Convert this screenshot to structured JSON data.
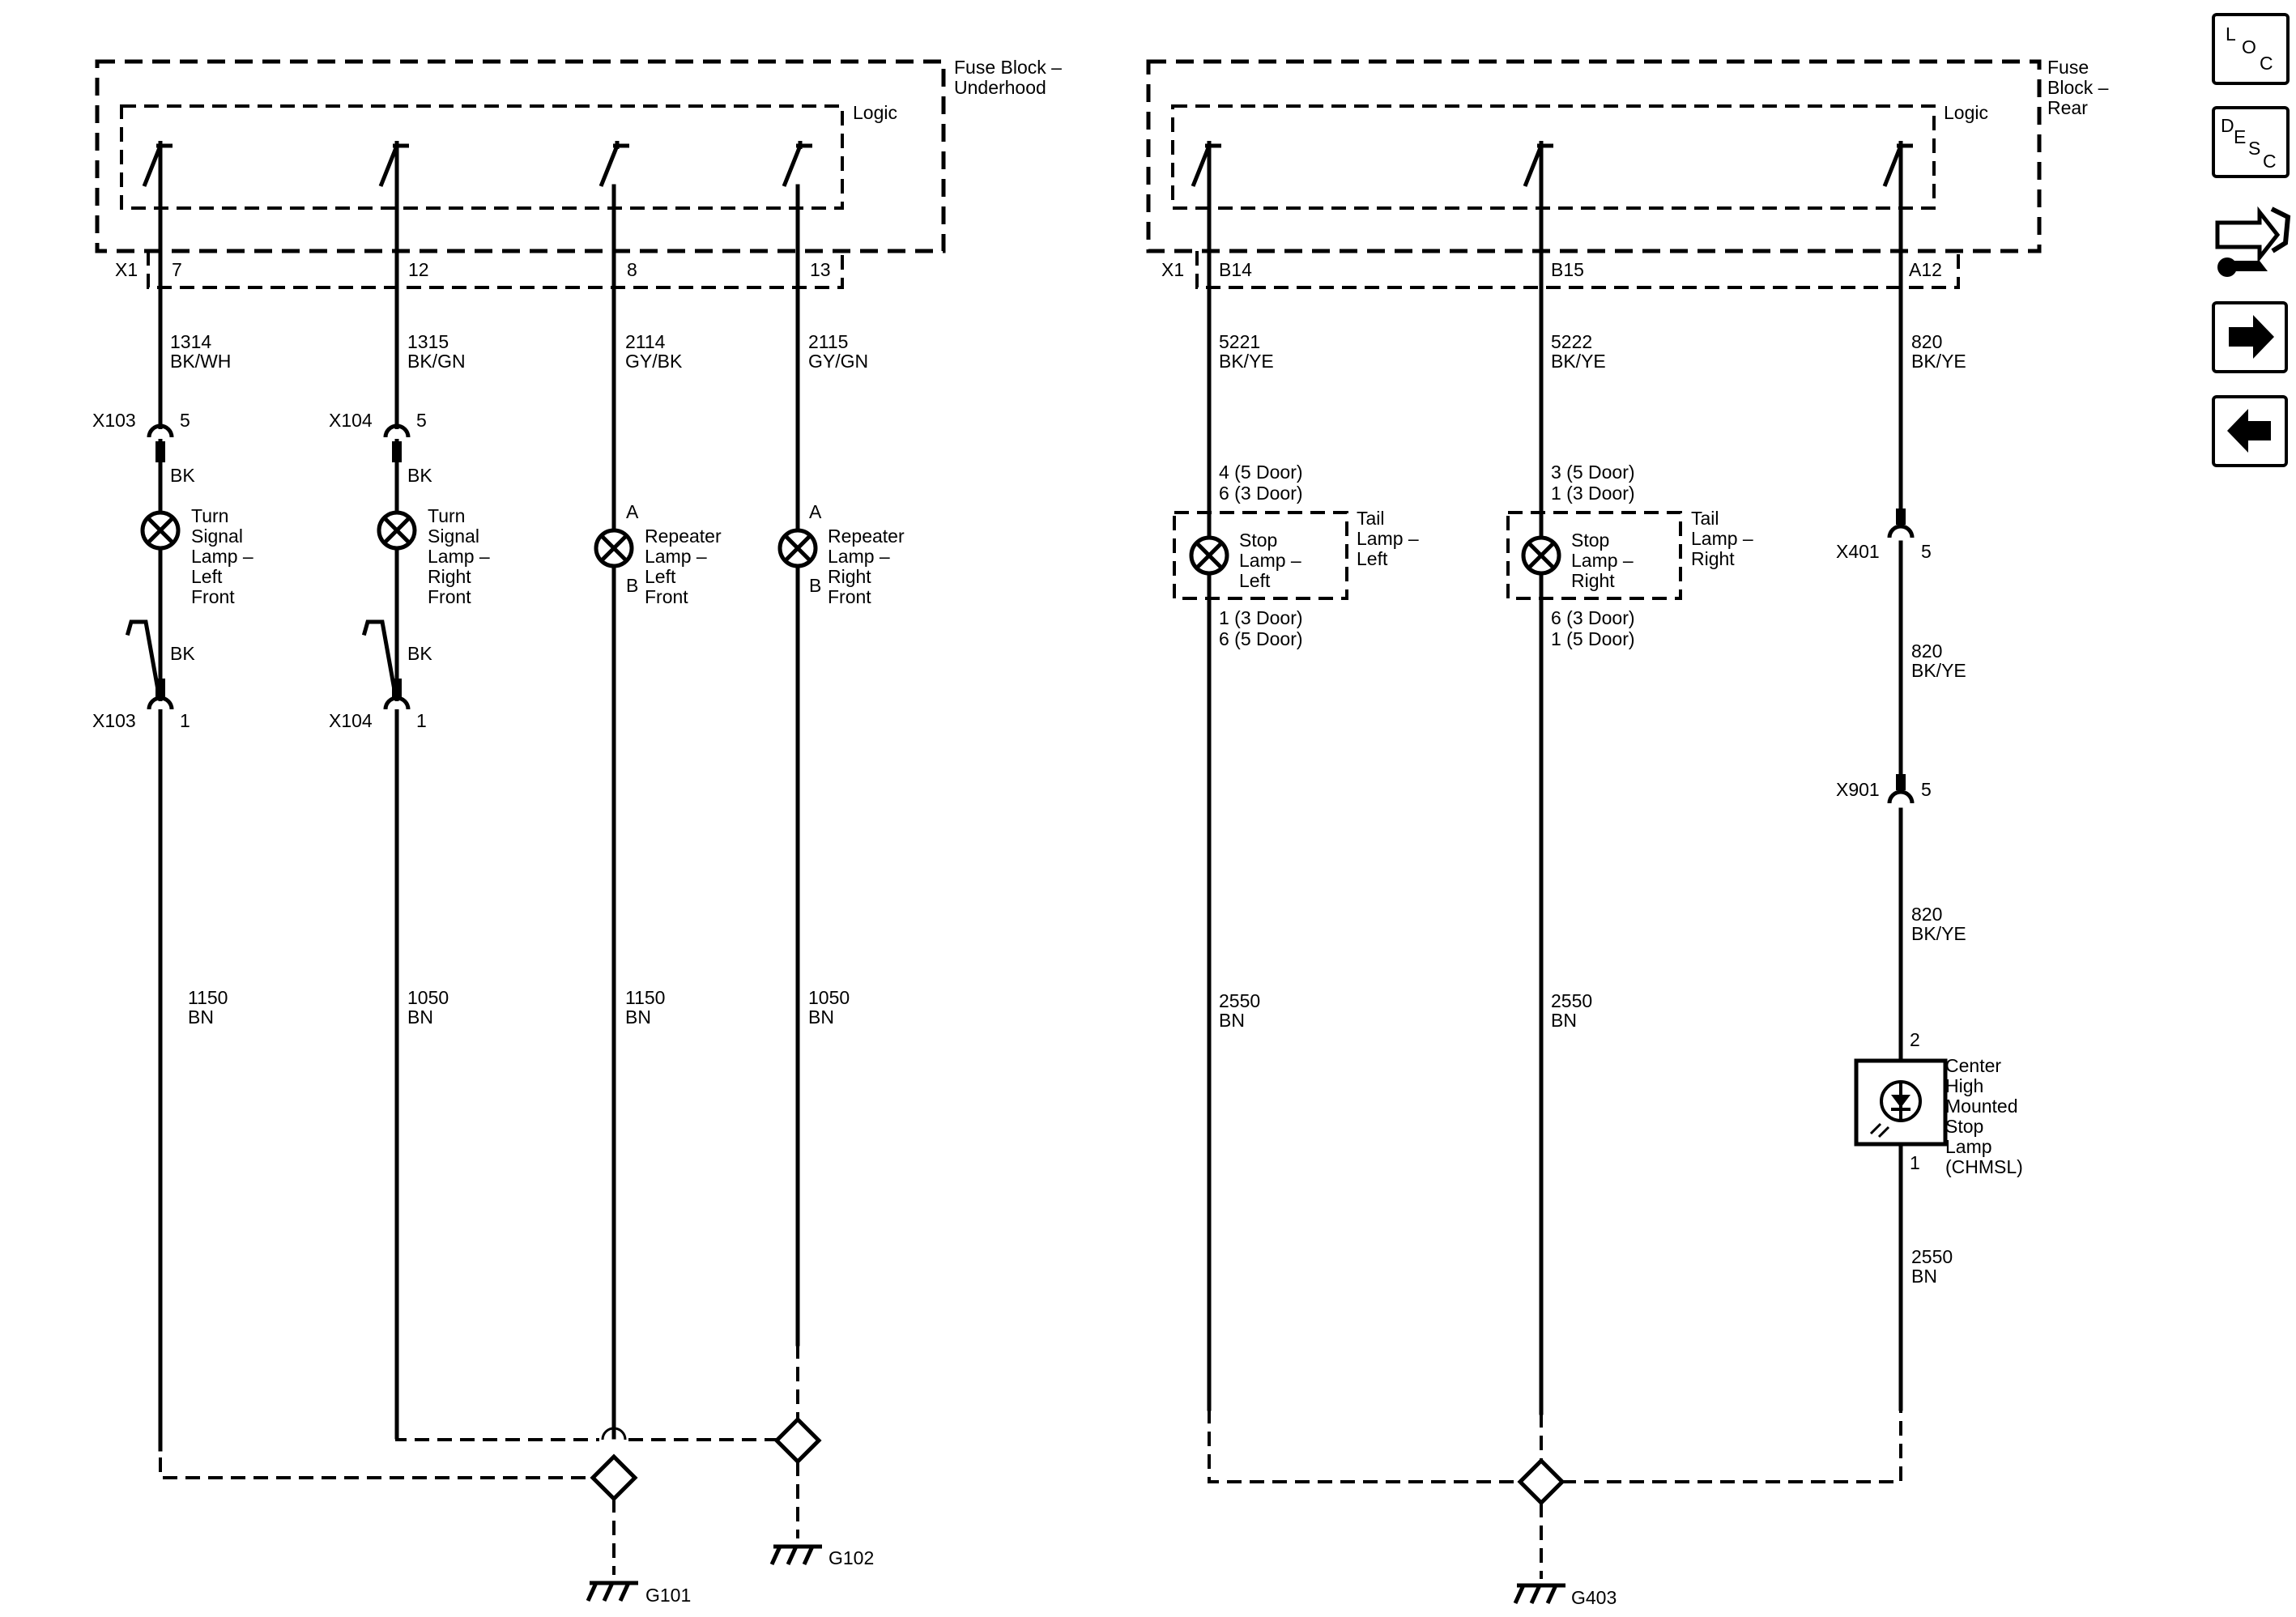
{
  "left": {
    "fuse_block": [
      "Fuse Block –",
      "Underhood"
    ],
    "logic": "Logic",
    "connector": "X1",
    "pins": [
      "7",
      "12",
      "8",
      "13"
    ],
    "feed_wires": [
      [
        "1314",
        "BK/WH"
      ],
      [
        "1315",
        "BK/GN"
      ],
      [
        "2114",
        "GY/BK"
      ],
      [
        "2115",
        "GY/GN"
      ]
    ],
    "x103": "X103",
    "x104": "X104",
    "pin5": "5",
    "pin1": "1",
    "bk": "BK",
    "turn_left": [
      "Turn",
      "Signal",
      "Lamp –",
      "Left",
      "Front"
    ],
    "turn_right": [
      "Turn",
      "Signal",
      "Lamp –",
      "Right",
      "Front"
    ],
    "rep_left": [
      "Repeater",
      "Lamp –",
      "Left",
      "Front"
    ],
    "rep_right": [
      "Repeater",
      "Lamp –",
      "Right",
      "Front"
    ],
    "pin_a": "A",
    "pin_b": "B",
    "ground_wires": [
      [
        "1150",
        "BN"
      ],
      [
        "1050",
        "BN"
      ],
      [
        "1150",
        "BN"
      ],
      [
        "1050",
        "BN"
      ]
    ],
    "g101": "G101",
    "g102": "G102"
  },
  "right": {
    "fuse_block": [
      "Fuse",
      "Block –",
      "Rear"
    ],
    "logic": "Logic",
    "connector": "X1",
    "pins": [
      "B14",
      "B15",
      "A12"
    ],
    "feed_wires": [
      [
        "5221",
        "BK/YE"
      ],
      [
        "5222",
        "BK/YE"
      ],
      [
        "820",
        "BK/YE"
      ]
    ],
    "stop_left": {
      "top": [
        "4 (5 Door)",
        "6 (3 Door)"
      ],
      "name": [
        "Stop",
        "Lamp –",
        "Left"
      ],
      "bottom": [
        "1 (3 Door)",
        "6 (5 Door)"
      ],
      "group": [
        "Tail",
        "Lamp –",
        "Left"
      ]
    },
    "stop_right": {
      "top": [
        "3 (5 Door)",
        "1 (3 Door)"
      ],
      "name": [
        "Stop",
        "Lamp –",
        "Right"
      ],
      "bottom": [
        "6 (3 Door)",
        "1 (5 Door)"
      ],
      "group": [
        "Tail",
        "Lamp –",
        "Right"
      ]
    },
    "x401": "X401",
    "x901": "X901",
    "pin5": "5",
    "mid_wires": [
      [
        "820",
        "BK/YE"
      ],
      [
        "820",
        "BK/YE"
      ]
    ],
    "chmsl": {
      "pin_top": "2",
      "pin_bottom": "1",
      "name": [
        "Center",
        "High",
        "Mounted",
        "Stop",
        "Lamp",
        "(CHMSL)"
      ]
    },
    "ground_wires": [
      [
        "2550",
        "BN"
      ],
      [
        "2550",
        "BN"
      ],
      [
        "2550",
        "BN"
      ]
    ],
    "g403": "G403"
  },
  "nav": {
    "loc": [
      "L",
      "O",
      "C"
    ],
    "desc": [
      "D",
      "E",
      "S",
      "C"
    ],
    "icons": [
      "connector-wrench-icon",
      "arrow-right-icon",
      "arrow-left-icon"
    ]
  }
}
